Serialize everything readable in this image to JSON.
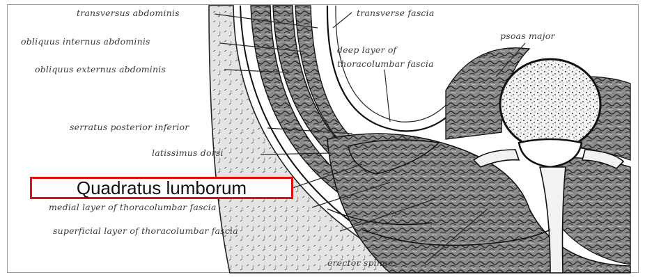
{
  "figure": {
    "labels": {
      "transversus_abdominis": "transversus abdominis",
      "obliquus_internus": "obliquus internus abdominis",
      "obliquus_externus": "obliquus externus abdominis",
      "serratus_posterior": "serratus posterior inferior",
      "latissimus_dorsi": "latissimus dorsi",
      "medial_layer": "medial layer of thoracolumbar fascia",
      "superficial_layer": "superficial layer of thoracolumbar fascia",
      "erector_spinae": "erector spinae",
      "transverse_fascia": "transverse fascia",
      "deep_layer_line1": "deep layer of",
      "deep_layer_line2": "thoracolumbar fascia",
      "psoas_major": "psoas major"
    },
    "highlight": {
      "text": "Quadratus lumborum",
      "color": "#e01010"
    }
  }
}
